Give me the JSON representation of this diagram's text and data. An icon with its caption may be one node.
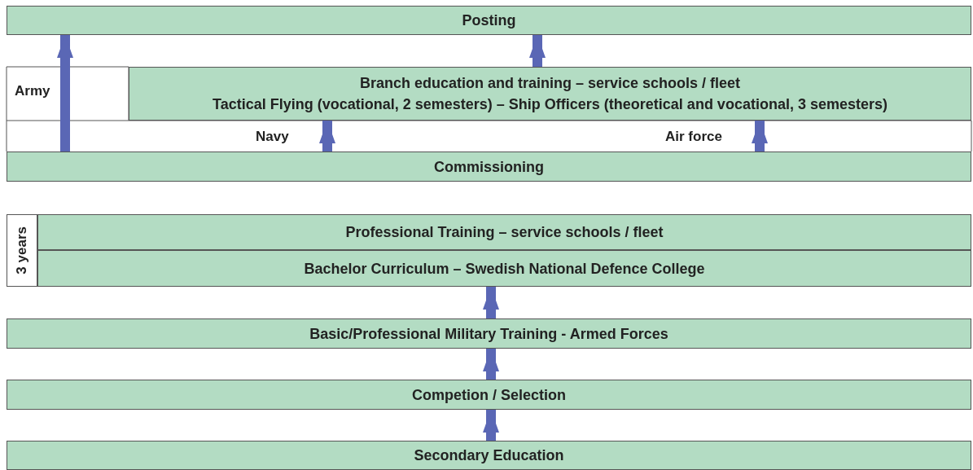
{
  "diagram": {
    "nodes": [
      {
        "text": [
          "Posting"
        ]
      },
      {
        "text": [
          "Branch education and training – service schools / fleet",
          "Tactical Flying (vocational, 2 semesters) – Ship Officers (theoretical and vocational, 3 semesters)"
        ]
      },
      {
        "text": [
          "Commissioning"
        ]
      },
      {
        "text": [
          "3 years"
        ]
      },
      {
        "text": [
          "Professional Training – service schools / fleet"
        ]
      },
      {
        "text": [
          "Bachelor Curriculum – Swedish National Defence College"
        ]
      },
      {
        "text": [
          "Basic/Professional Military Training - Armed Forces"
        ]
      },
      {
        "text": [
          "Competion / Selection"
        ]
      },
      {
        "text": [
          "Secondary Education"
        ]
      }
    ],
    "edges": [
      {
        "from": 2,
        "to": 0,
        "arrow": "to",
        "label": "Army"
      },
      {
        "from": 1,
        "to": 0,
        "arrow": "to"
      },
      {
        "from": 2,
        "to": 1,
        "arrow": "to",
        "label": "Navy"
      },
      {
        "from": 2,
        "to": 1,
        "arrow": "to",
        "label": "Air force"
      },
      {
        "from": 6,
        "to": 5,
        "arrow": "to"
      },
      {
        "from": 7,
        "to": 6,
        "arrow": "to"
      },
      {
        "from": 8,
        "to": 7,
        "arrow": "to"
      }
    ]
  }
}
